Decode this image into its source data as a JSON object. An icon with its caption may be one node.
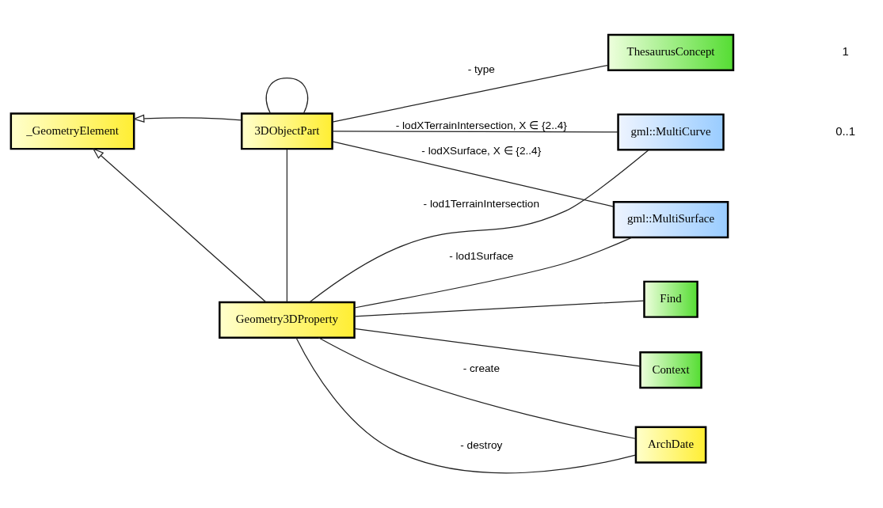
{
  "diagram": {
    "nodes": [
      {
        "text": [
          "_GeometryElement"
        ]
      },
      {
        "text": [
          "3DObjectPart"
        ]
      },
      {
        "text": [
          "ThesaurusConcept"
        ]
      },
      {
        "text": [
          "gml::MultiCurve"
        ]
      },
      {
        "text": [
          "gml::MultiSurface"
        ]
      },
      {
        "text": [
          "Geometry3DProperty"
        ]
      },
      {
        "text": [
          "ArchDate"
        ]
      },
      {
        "text": [
          "Context"
        ]
      },
      {
        "text": [
          "Find"
        ]
      }
    ],
    "edges": [
      {
        "from": 1,
        "to": 0,
        "arrow": "to"
      },
      {
        "from": 5,
        "to": 0,
        "arrow": "to"
      },
      {
        "from": 1,
        "to": 1,
        "arrow": "none"
      },
      {
        "from": 1,
        "to": 2,
        "arrow": "none",
        "label": "- type"
      },
      {
        "from": 1,
        "to": 3,
        "arrow": "none",
        "label": "- lodXTerrainIntersection, X ∈ {2..4}"
      },
      {
        "from": 1,
        "to": 4,
        "arrow": "none",
        "label": "- lodXSurface, X ∈ {2..4}"
      },
      {
        "from": 1,
        "to": 5,
        "arrow": "none"
      },
      {
        "from": 5,
        "to": 3,
        "arrow": "none",
        "label": "- lod1TerrainIntersection"
      },
      {
        "from": 5,
        "to": 4,
        "arrow": "none",
        "label": "- lod1Surface"
      },
      {
        "from": 5,
        "to": 6,
        "arrow": "none",
        "label": "- destroy"
      },
      {
        "from": 5,
        "to": 6,
        "arrow": "none",
        "label": "- create"
      },
      {
        "from": 5,
        "to": 7,
        "arrow": "none"
      },
      {
        "from": 5,
        "to": 8,
        "arrow": "none"
      }
    ],
    "labels": [
      "1",
      "0..1"
    ]
  }
}
